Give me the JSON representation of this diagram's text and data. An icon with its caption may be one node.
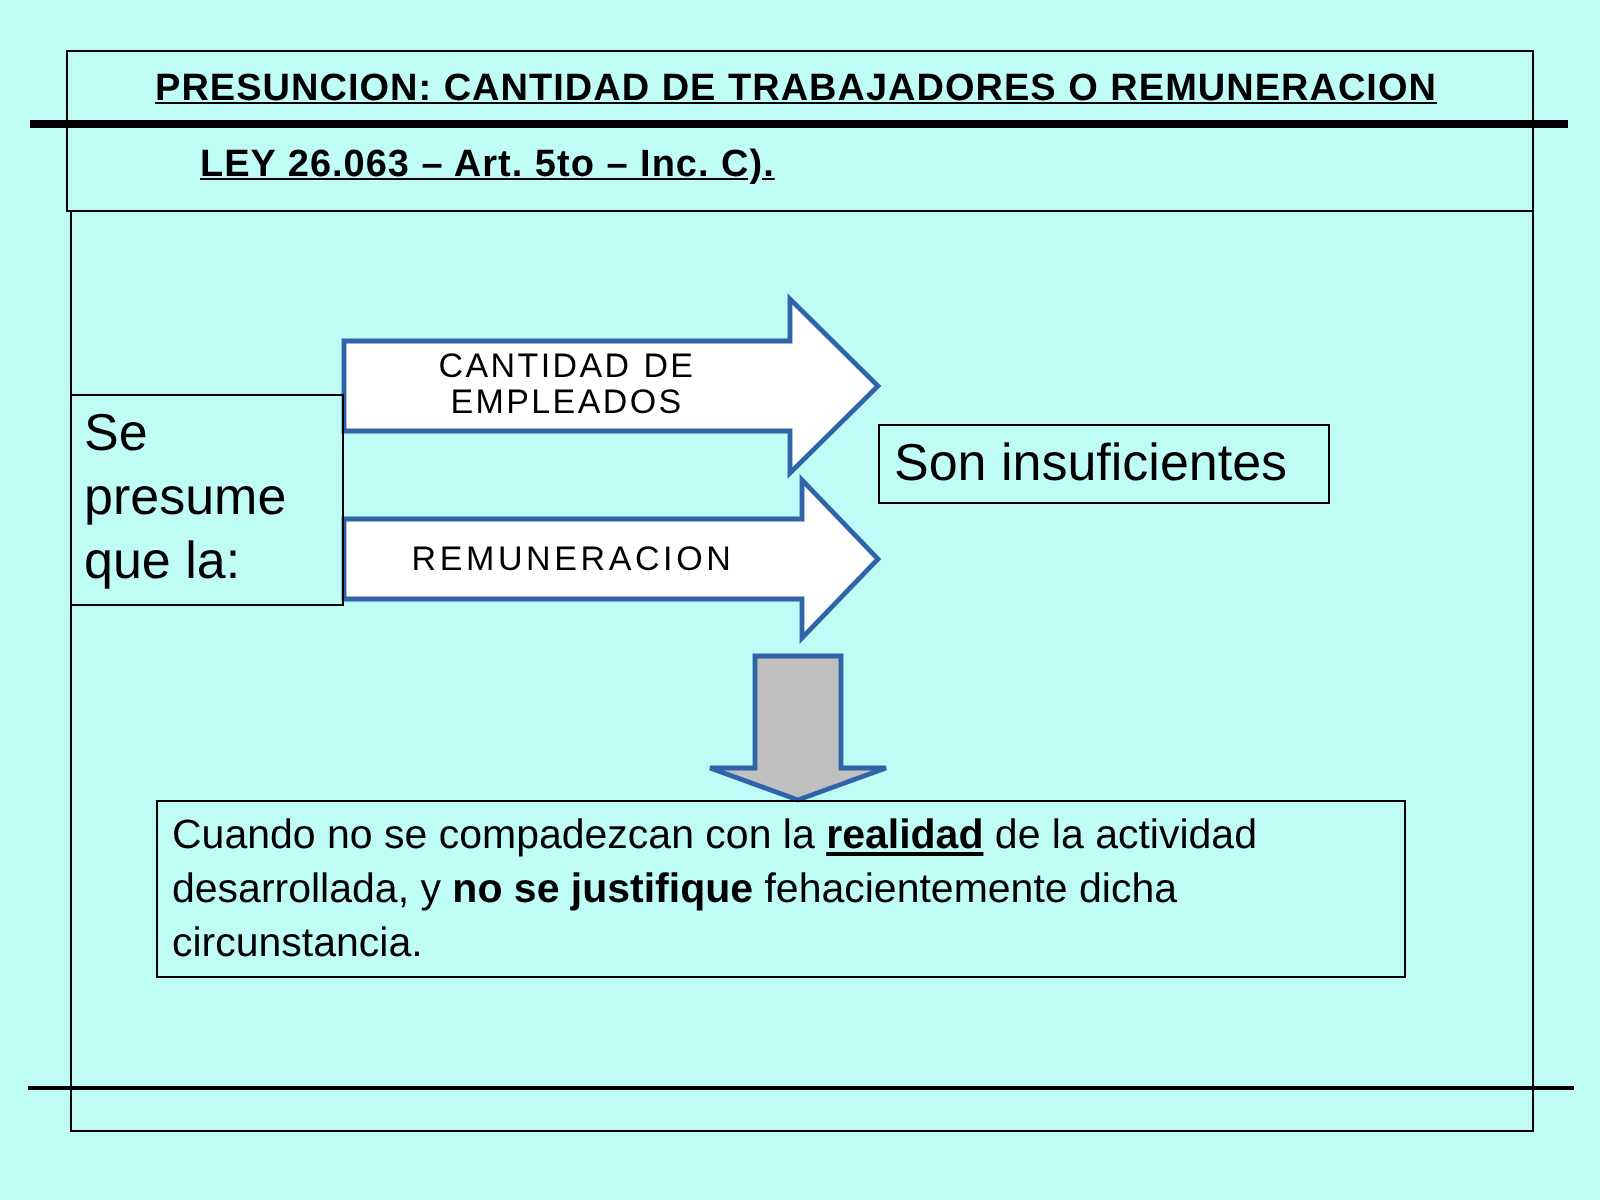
{
  "diagram": {
    "title": "PRESUNCION: CANTIDAD DE TRABAJADORES O REMUNERACION",
    "nodes": [
      {
        "text": [
          "Se presume que la:"
        ]
      },
      {
        "text": [
          "Son insuficientes"
        ]
      },
      {
        "text": [
          "Cuando no se compadezcan con la **realidad** de la actividad desarrollada, y **no se justifique** fehacientemente dicha circunstancia."
        ]
      }
    ],
    "edges": [
      {
        "from": 0,
        "to": 1,
        "arrow": "to",
        "label": "CANTIDAD DE EMPLEADOS"
      },
      {
        "from": 0,
        "to": 1,
        "arrow": "to",
        "label": "REMUNERACION"
      },
      {
        "from": null,
        "to": 2,
        "arrow": "to"
      }
    ],
    "labels": [
      "LEY 26.063 – Art. 5to – Inc. C)."
    ]
  }
}
